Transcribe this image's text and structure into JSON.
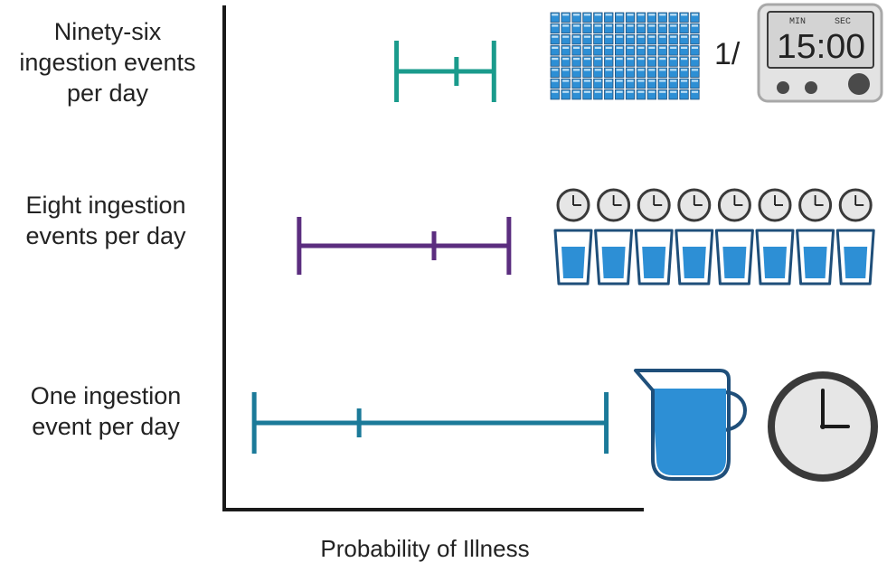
{
  "chart_data": {
    "type": "range",
    "xlabel": "Probability of Illness",
    "rows": [
      {
        "label": "Ninety-six ingestion events per day",
        "low": 0.23,
        "point": 0.31,
        "high": 0.36,
        "color": "#1a9b8c"
      },
      {
        "label": "Eight ingestion events per day",
        "low": 0.1,
        "point": 0.28,
        "high": 0.38,
        "color": "#5b2d7f"
      },
      {
        "label": "One ingestion event per day",
        "low": 0.04,
        "point": 0.18,
        "high": 0.51,
        "color": "#1b7a99"
      }
    ],
    "xlim": [
      0,
      0.56
    ]
  },
  "labels": {
    "row0_lines": [
      "Ninety-six",
      "ingestion events",
      "per day"
    ],
    "row1_lines": [
      "Eight ingestion",
      "events per day"
    ],
    "row2_lines": [
      "One ingestion",
      "event per day"
    ]
  },
  "timer": {
    "fraction_prefix": "1/",
    "min_label": "MIN",
    "sec_label": "SEC",
    "display": "15:00"
  },
  "icons": {
    "row0": [
      "many-cups-grid-icon",
      "digital-timer-icon"
    ],
    "row1": [
      "clock-icon",
      "water-glass-icon"
    ],
    "row2": [
      "pitcher-icon",
      "wall-clock-icon"
    ]
  },
  "colors": {
    "axis": "#1a1a1a",
    "water": "#2d8fd5",
    "glass_outline": "#1f4f7a",
    "clock_rim": "#3a3a3a",
    "clock_face": "#e6e6e6"
  }
}
